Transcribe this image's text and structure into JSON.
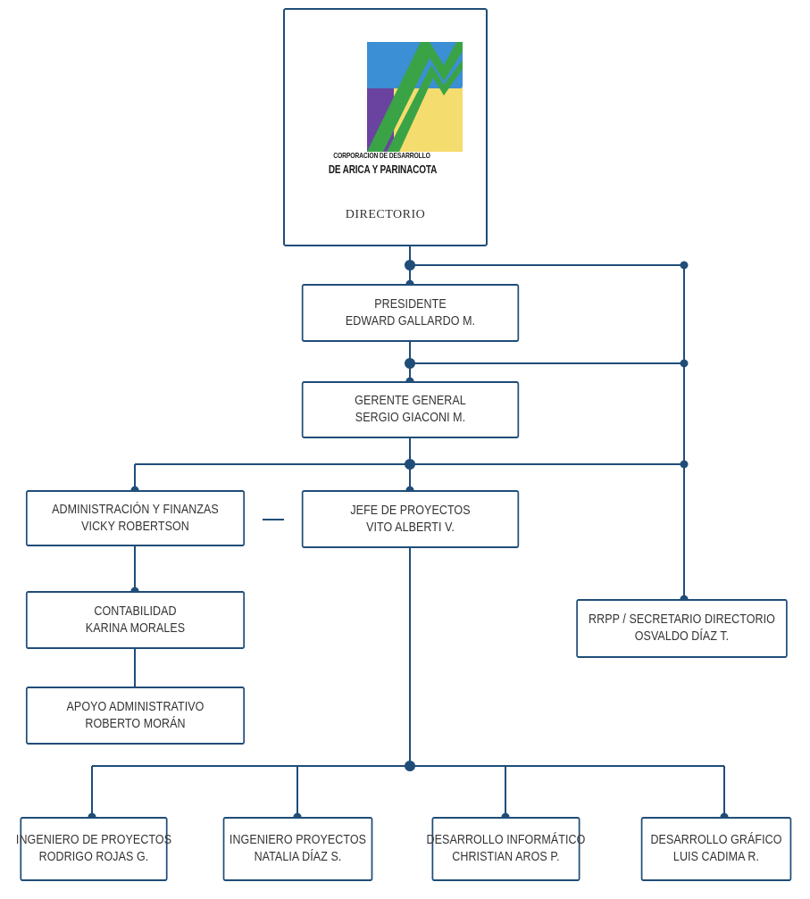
{
  "directorio": {
    "org_line1": "CORPORACION DE DESARROLLO",
    "org_line2": "DE ARICA Y PARINACOTA",
    "label": "DIRECTORIO"
  },
  "nodes": {
    "presidente": {
      "role": "PRESIDENTE",
      "name": "EDWARD GALLARDO M."
    },
    "gerente": {
      "role": "GERENTE GENERAL",
      "name": "SERGIO GIACONI M."
    },
    "admin": {
      "role": "ADMINISTRACIÓN Y FINANZAS",
      "name": "VICKY ROBERTSON"
    },
    "jefe": {
      "role": "JEFE DE PROYECTOS",
      "name": "VITO ALBERTI V."
    },
    "contabilidad": {
      "role": "CONTABILIDAD",
      "name": "KARINA MORALES"
    },
    "apoyo": {
      "role": "APOYO ADMINISTRATIVO",
      "name": "ROBERTO MORÁN"
    },
    "rrpp": {
      "role": "RRPP / SECRETARIO DIRECTORIO",
      "name": "OSVALDO DÍAZ T."
    },
    "ing1": {
      "role": "INGENIERO DE PROYECTOS",
      "name": "RODRIGO ROJAS G."
    },
    "ing2": {
      "role": "INGENIERO PROYECTOS",
      "name": "NATALIA DÍAZ S."
    },
    "inf": {
      "role": "DESARROLLO INFORMÁTICO",
      "name": "CHRISTIAN AROS P."
    },
    "graf": {
      "role": "DESARROLLO GRÁFICO",
      "name": "LUIS CADIMA R."
    }
  },
  "colors": {
    "line": "#1f4d78",
    "border": "#1f4d78",
    "logo_blue": "#3b8fd4",
    "logo_green": "#3aa346",
    "logo_purple": "#6a43a0",
    "logo_yellow": "#f5dc6e"
  }
}
